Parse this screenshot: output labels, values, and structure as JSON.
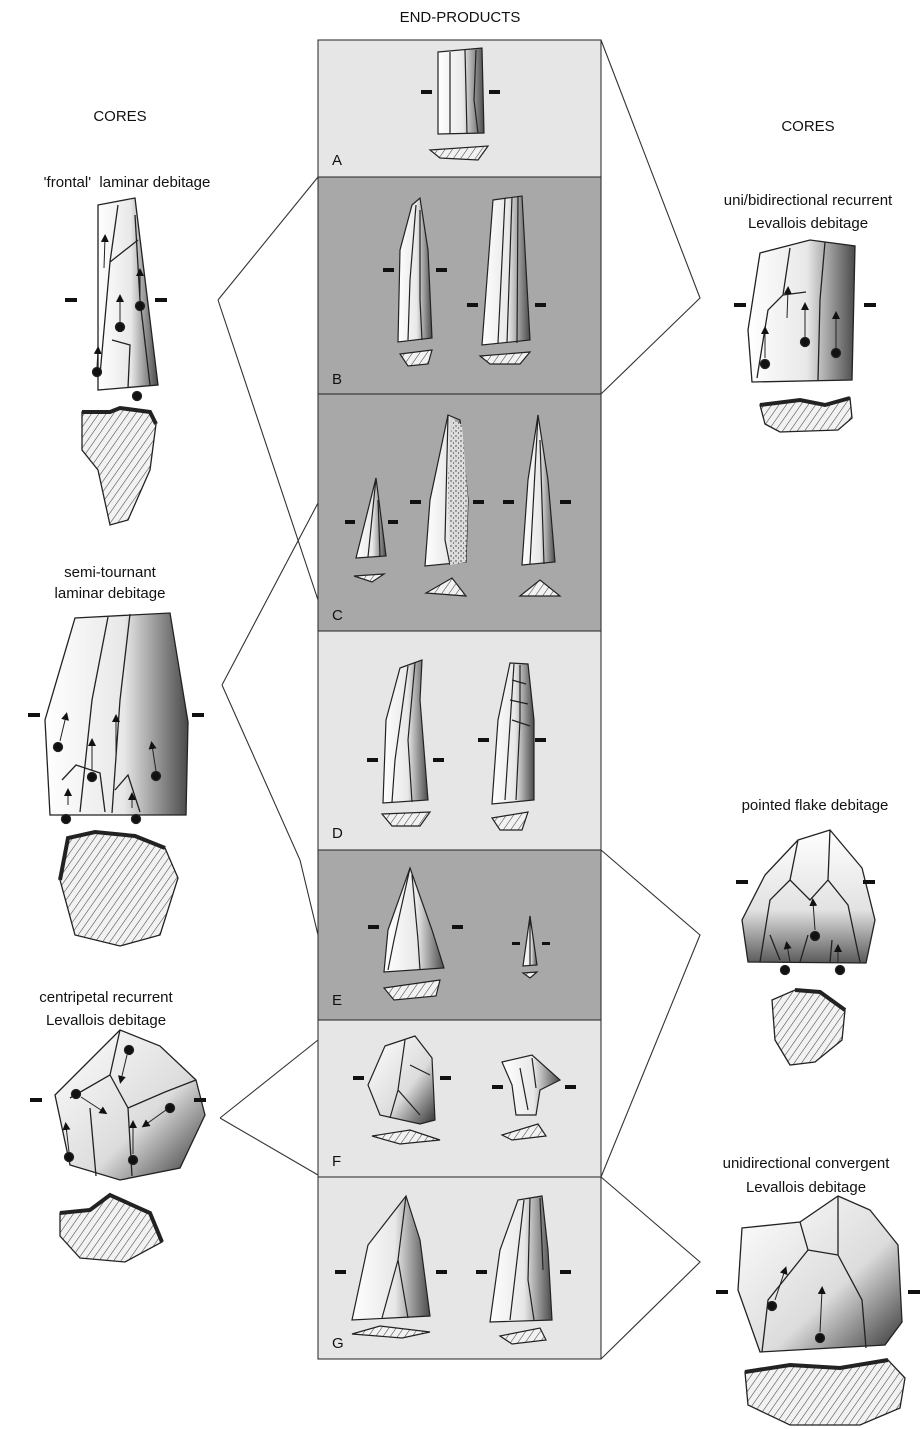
{
  "header": {
    "end_products": "END-PRODUCTS"
  },
  "left": {
    "cores_title": "CORES",
    "cores": [
      {
        "line1": "'frontal'  laminar debitage",
        "line2": ""
      },
      {
        "line1": "semi-tournant",
        "line2": "laminar debitage"
      },
      {
        "line1": "centripetal recurrent",
        "line2": "Levallois debitage"
      }
    ]
  },
  "right": {
    "cores_title": "CORES",
    "cores": [
      {
        "line1": "uni/bidirectional recurrent",
        "line2": "Levallois debitage"
      },
      {
        "line1": "pointed flake debitage",
        "line2": ""
      },
      {
        "line1": "unidirectional convergent",
        "line2": "Levallois debitage"
      }
    ]
  },
  "panels": [
    {
      "letter": "A",
      "shade": "light"
    },
    {
      "letter": "B",
      "shade": "dark"
    },
    {
      "letter": "C",
      "shade": "dark"
    },
    {
      "letter": "D",
      "shade": "light"
    },
    {
      "letter": "E",
      "shade": "dark"
    },
    {
      "letter": "F",
      "shade": "light"
    },
    {
      "letter": "G",
      "shade": "light"
    }
  ],
  "colors": {
    "light_panel": "#e6e6e6",
    "dark_panel": "#a8a8a8",
    "outline": "#222222"
  }
}
